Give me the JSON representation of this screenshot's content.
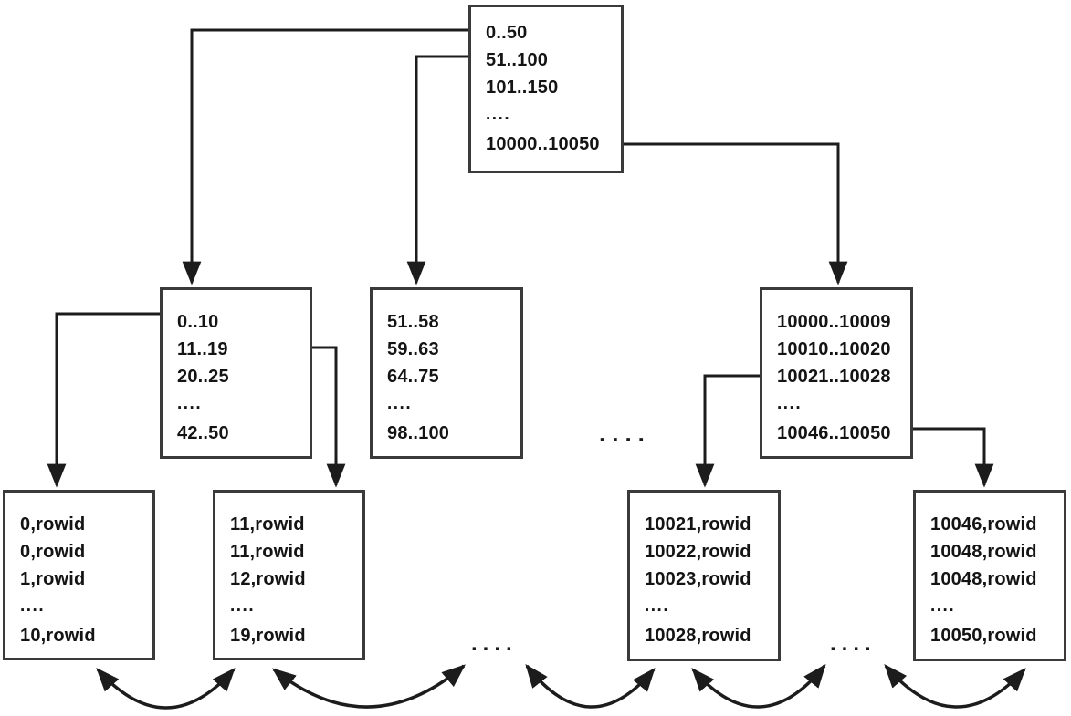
{
  "diagram_type": "btree-index-structure",
  "colors": {
    "background": "#ffffff",
    "box_fill": "#ffffff",
    "box_border": "#3a3a3a",
    "line": "#1c1c1c",
    "text": "#141414"
  },
  "nodes": {
    "root": {
      "rows": [
        "0..50",
        "51..100",
        "101..150",
        "....",
        "10000..10050"
      ]
    },
    "branch1": {
      "rows": [
        "0..10",
        "11..19",
        "20..25",
        "....",
        "42..50"
      ]
    },
    "branch2": {
      "rows": [
        "51..58",
        "59..63",
        "64..75",
        "....",
        "98..100"
      ]
    },
    "branch3": {
      "rows": [
        "10000..10009",
        "10010..10020",
        "10021..10028",
        "....",
        "10046..10050"
      ]
    },
    "leaf1": {
      "rows": [
        "0,rowid",
        "0,rowid",
        "1,rowid",
        "....",
        "10,rowid"
      ]
    },
    "leaf2": {
      "rows": [
        "11,rowid",
        "11,rowid",
        "12,rowid",
        "....",
        "19,rowid"
      ]
    },
    "leaf3": {
      "rows": [
        "10021,rowid",
        "10022,rowid",
        "10023,rowid",
        "....",
        "10028,rowid"
      ]
    },
    "leaf4": {
      "rows": [
        "10046,rowid",
        "10048,rowid",
        "10048,rowid",
        "....",
        "10050,rowid"
      ]
    }
  },
  "ellipsis": {
    "branch_level": "....",
    "leaf_gap_1": "....",
    "leaf_gap_2": "...."
  }
}
